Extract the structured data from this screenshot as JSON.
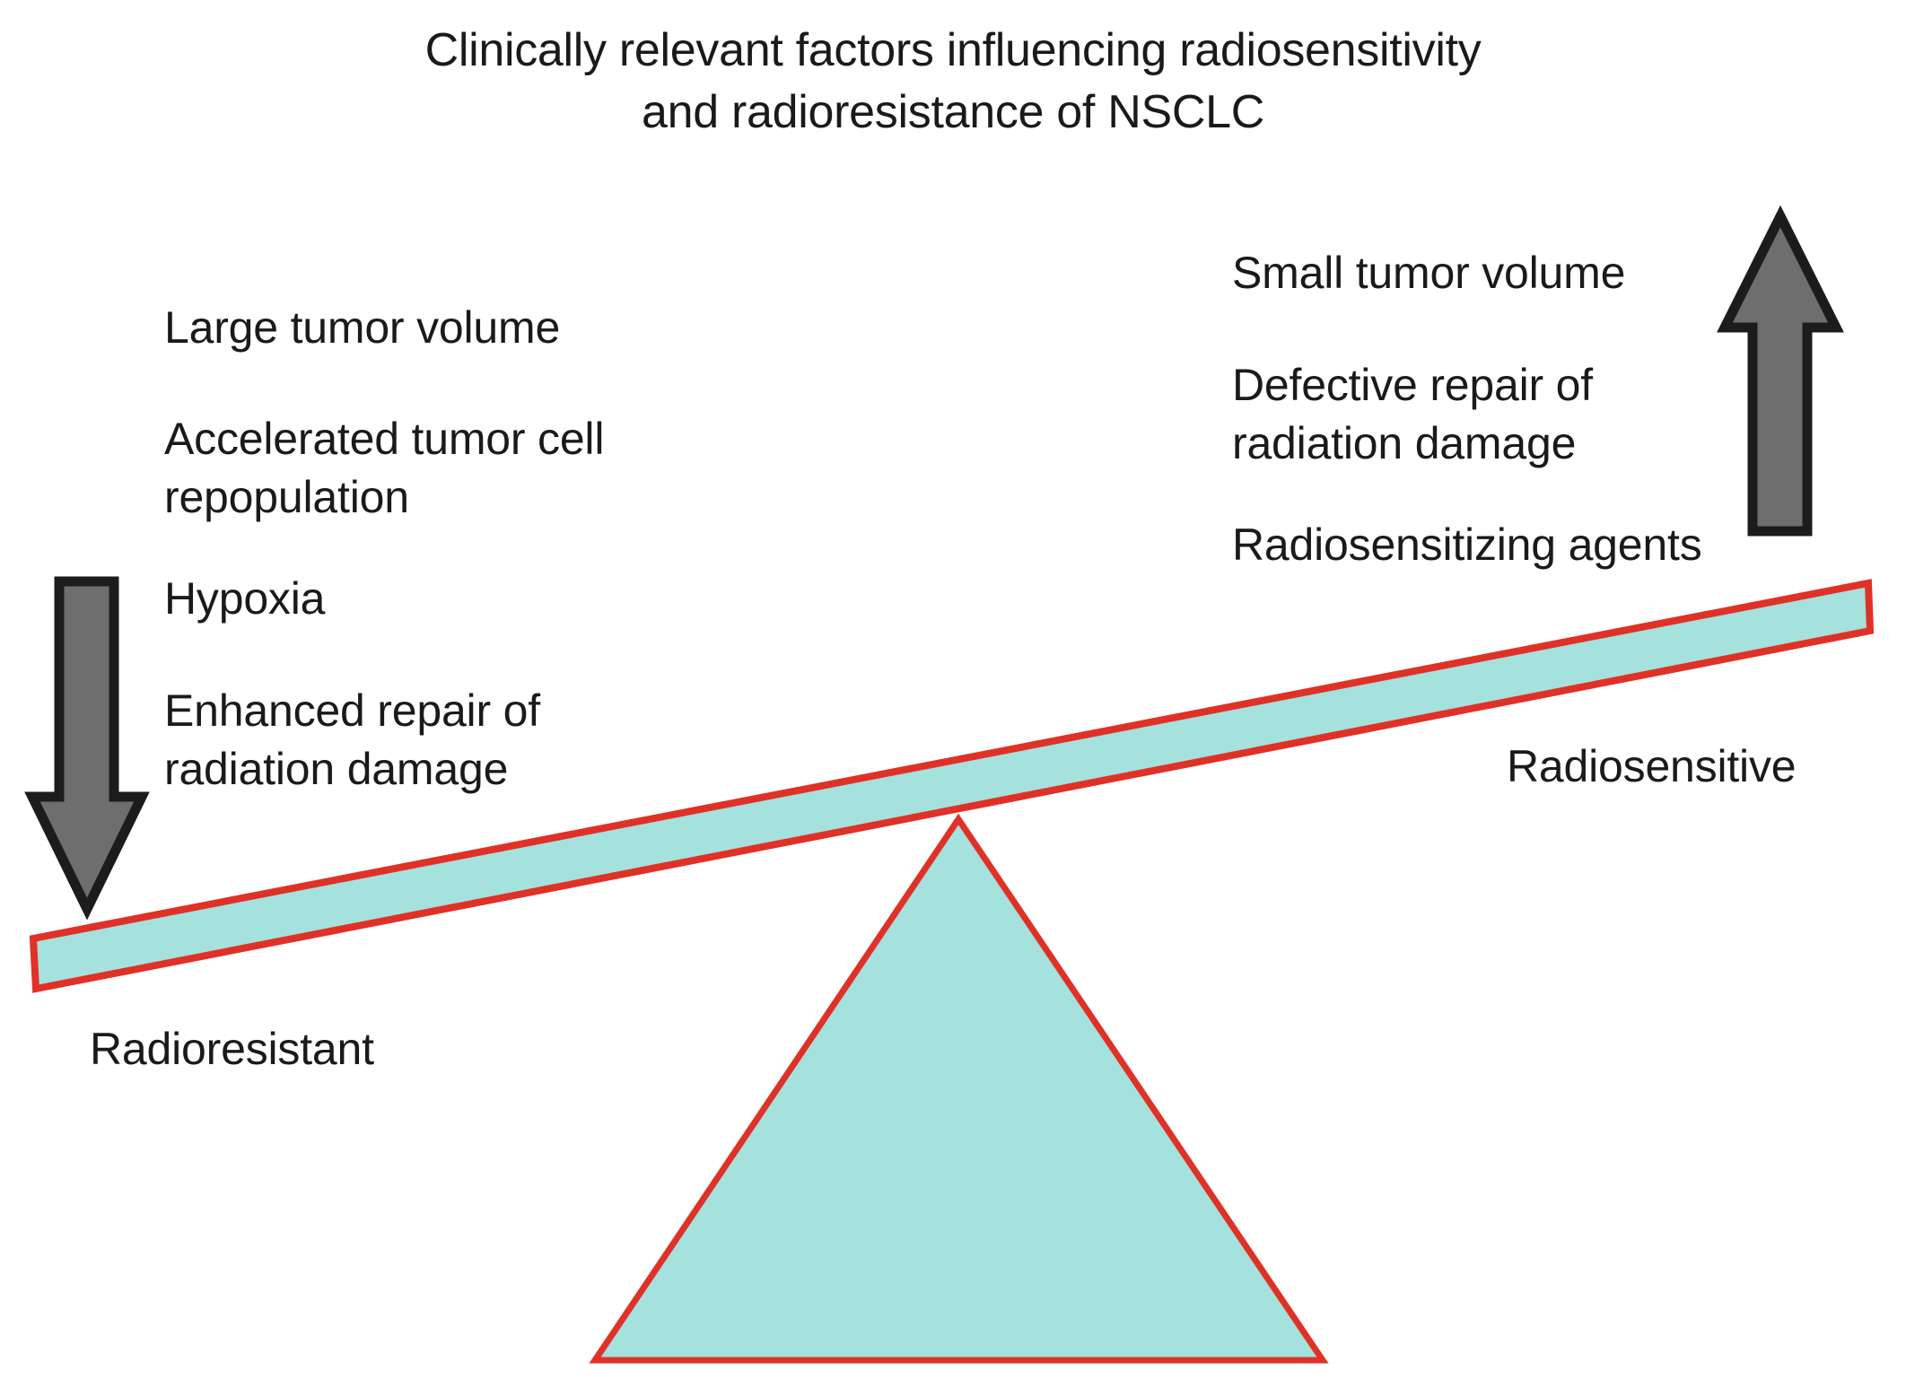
{
  "title": {
    "line1": "Clinically relevant factors influencing radiosensitivity",
    "line2": "and radioresistance of NSCLC",
    "full": "Clinically relevant factors influencing radiosensitivity\nand radioresistance of NSCLC"
  },
  "left_side": {
    "outcome_label": "Radioresistant",
    "arrow_direction": "down",
    "arrow_icon": "arrow-down-icon",
    "factors": [
      "Large tumor volume",
      "Accelerated tumor cell\nrepopulation",
      "Hypoxia",
      "Enhanced repair of\nradiation damage"
    ]
  },
  "right_side": {
    "outcome_label": "Radiosensitive",
    "arrow_direction": "up",
    "arrow_icon": "arrow-up-icon",
    "factors": [
      "Small tumor volume",
      "Defective repair of\nradiation damage",
      "Radiosensitizing agents"
    ]
  },
  "figure": {
    "type": "seesaw-balance",
    "description": "Seesaw plank tipped down to the left resting on a triangular fulcrum",
    "beam_tilt": "left-side-down",
    "shapes": [
      "balance-beam",
      "fulcrum-triangle",
      "arrow-down-icon",
      "arrow-up-icon"
    ]
  },
  "colors": {
    "teal_fill": "#A5E1DD",
    "red_stroke": "#E03127",
    "arrow_fill": "#6E6E6E",
    "arrow_stroke": "#1C1C1C",
    "text": "#1a1a1a",
    "background": "#ffffff"
  }
}
